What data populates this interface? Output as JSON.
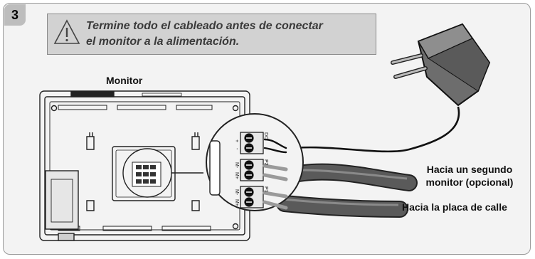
{
  "step": {
    "number": "3"
  },
  "warning": {
    "icon": "warning-triangle-icon",
    "line1": "Termine todo el cableado antes de conectar",
    "line2": "el monitor a la alimentación."
  },
  "monitor": {
    "label": "Monitor"
  },
  "terminal_labels": {
    "dc": "DC",
    "p2": "P2",
    "p1": "P1",
    "plus": "+",
    "minus": "-",
    "m_minus": "M-",
    "m_plus": "M+"
  },
  "callouts": {
    "second_monitor_line1": "Hacia un segundo",
    "second_monitor_line2": "monitor (opcional)",
    "street_panel": "Hacia la placa de calle"
  },
  "colors": {
    "panel_bg": "#f3f3f3",
    "warning_bg": "#d2d2d2",
    "cable_dark": "#555555",
    "cable_light": "#9a9a9a",
    "power_wire": "#111111"
  }
}
